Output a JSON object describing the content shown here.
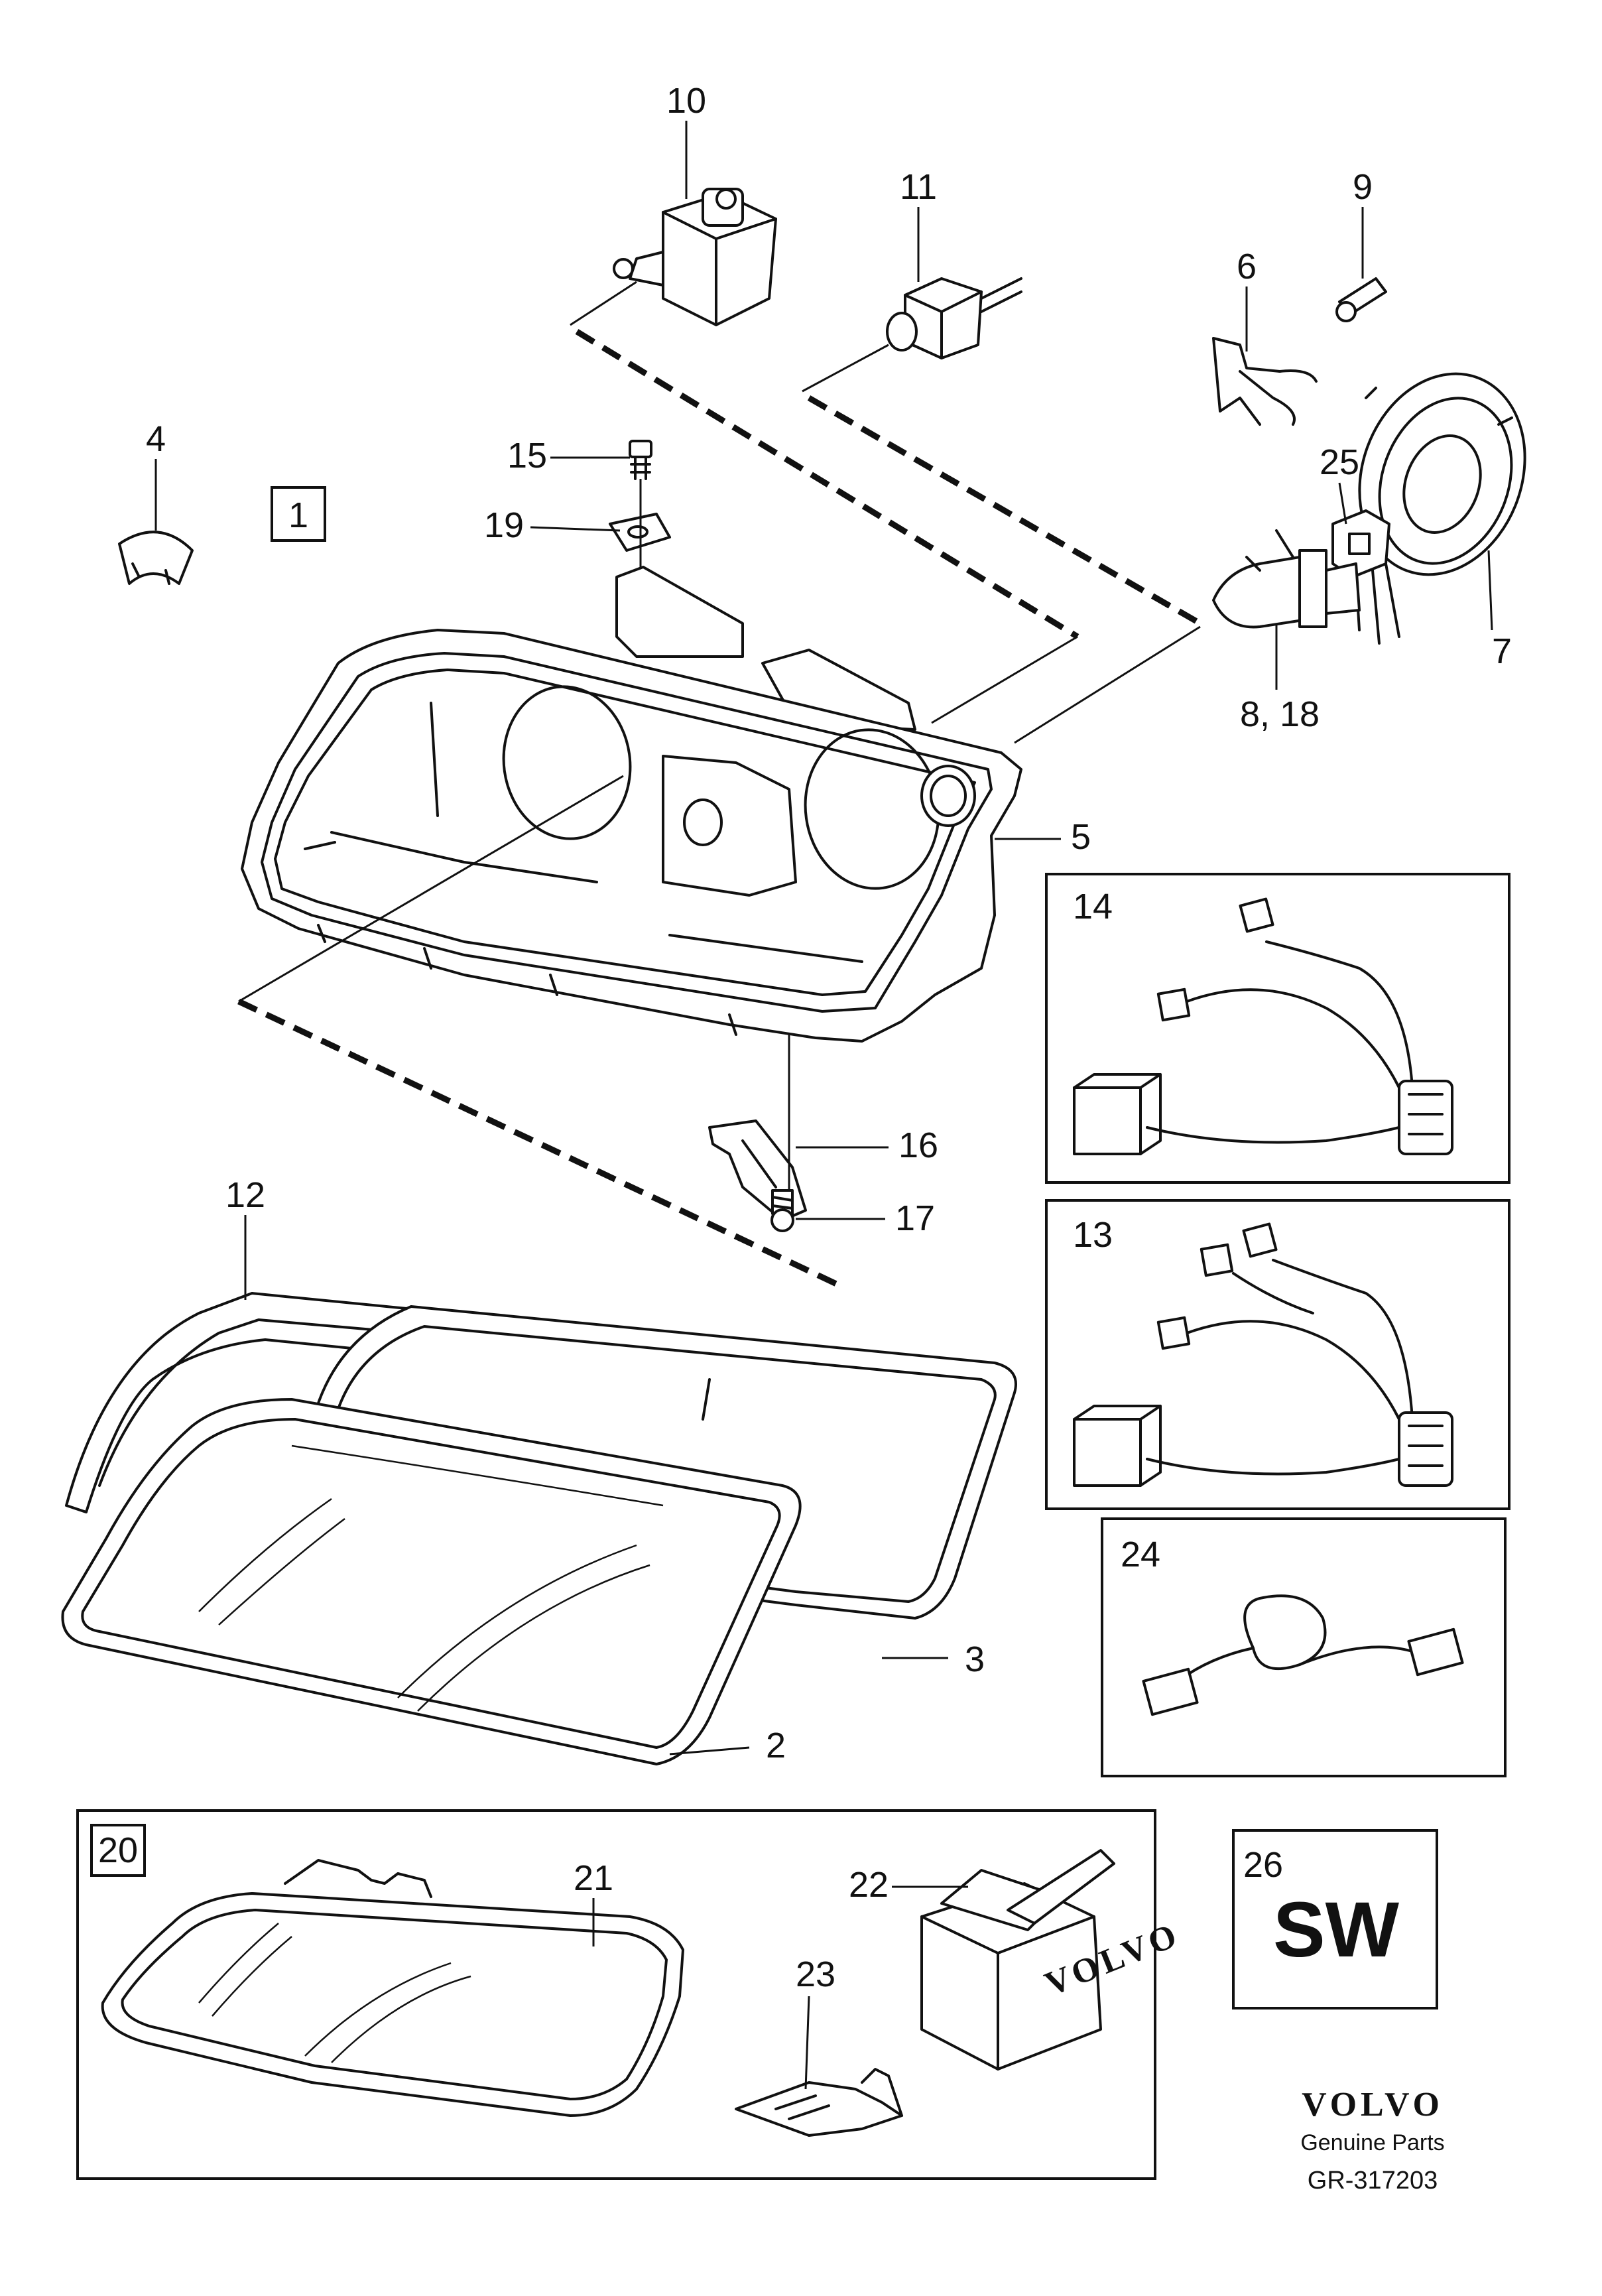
{
  "callouts": {
    "c1": "1",
    "c2": "2",
    "c3": "3",
    "c4": "4",
    "c5": "5",
    "c6": "6",
    "c7": "7",
    "c8_18": "8, 18",
    "c9": "9",
    "c10": "10",
    "c11": "11",
    "c12": "12",
    "c13": "13",
    "c14": "14",
    "c15": "15",
    "c16": "16",
    "c17": "17",
    "c19": "19",
    "c20": "20",
    "c21": "21",
    "c22": "22",
    "c23": "23",
    "c24": "24",
    "c25": "25",
    "c26": "26"
  },
  "sw_label": "SW",
  "box_print": "VOLVO",
  "footer": {
    "brand": "VOLVO",
    "caption": "Genuine Parts",
    "code": "GR-317203"
  }
}
